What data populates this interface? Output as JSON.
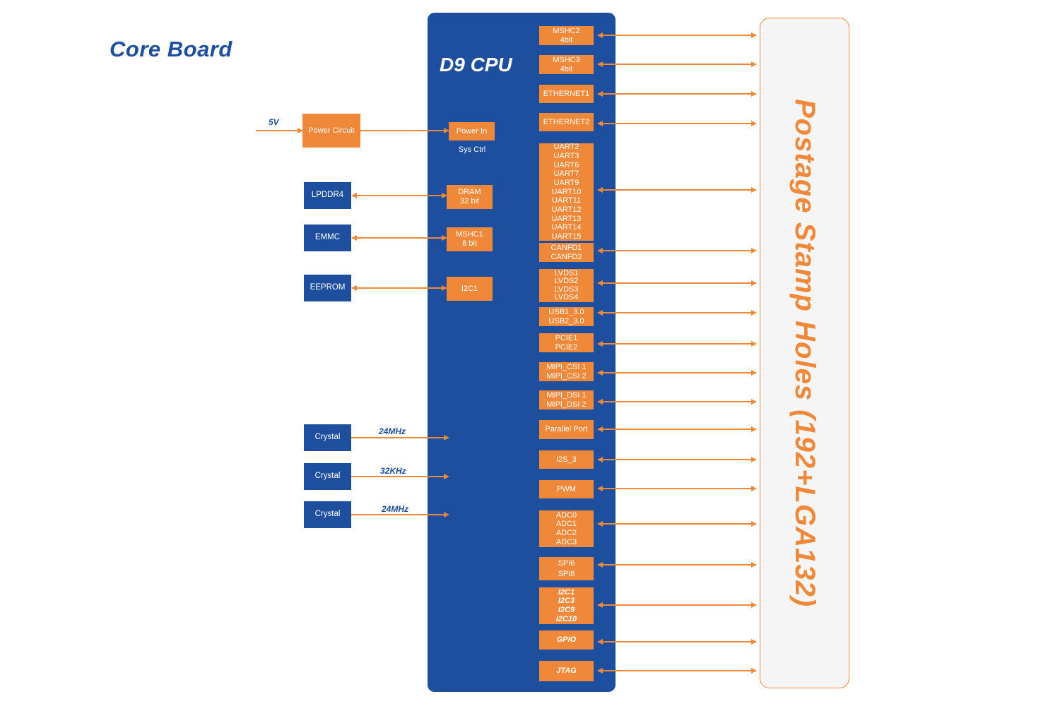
{
  "title": "Core Board",
  "colors": {
    "blue": "#1D4F9E",
    "orange": "#F0883A",
    "panel_bg": "#F5F5F5"
  },
  "left": {
    "v5_label": "5V",
    "power_circuit": "Power Circuit",
    "lpddr4": "LPDDR4",
    "emmc": "EMMC",
    "eeprom": "EEPROM",
    "crystal_1": "Crystal",
    "crystal_2": "Crystal",
    "crystal_3": "Crystal",
    "freq_1": "24MHz",
    "freq_2": "32KHz",
    "freq_3": "24MHz"
  },
  "cpu": {
    "title": "D9 CPU",
    "power_in": "Power In",
    "sys_ctrl": "Sys Ctrl",
    "dram": [
      "DRAM",
      "32 bit"
    ],
    "mshc1": [
      "MSHC1",
      "8 bit"
    ],
    "i2c1": "I2C1"
  },
  "ports": [
    {
      "name": "mshc2",
      "lines": [
        "MSHC2",
        "4bit"
      ]
    },
    {
      "name": "mshc3",
      "lines": [
        "MSHC3",
        "4bit"
      ]
    },
    {
      "name": "ethernet1",
      "lines": [
        "ETHERNET1"
      ]
    },
    {
      "name": "ethernet2",
      "lines": [
        "ETHERNET2"
      ]
    },
    {
      "name": "uart",
      "lines": [
        "UART2",
        "UART3",
        "UART6",
        "UART7",
        "UART9",
        "UART10",
        "UART11",
        "UART12",
        "UART13",
        "UART14",
        "UART15"
      ]
    },
    {
      "name": "canfd",
      "lines": [
        "CANFD1",
        "CANFD2"
      ]
    },
    {
      "name": "lvds",
      "lines": [
        "LVDS1",
        "LVDS2",
        "LVDS3",
        "LVDS4"
      ]
    },
    {
      "name": "usb",
      "lines": [
        "USB1_3.0",
        "USB2_3.0"
      ]
    },
    {
      "name": "pcie",
      "lines": [
        "PCIE1",
        "PCIE2"
      ]
    },
    {
      "name": "mipi_csi",
      "lines": [
        "MIPI_CSI 1",
        "MIPI_CSI 2"
      ]
    },
    {
      "name": "mipi_dsi",
      "lines": [
        "MIPI_DSI 1",
        "MIPI_DSI 2"
      ]
    },
    {
      "name": "parallel_port",
      "lines": [
        "Parallel Port"
      ]
    },
    {
      "name": "i2s_3",
      "lines": [
        "I2S_3"
      ]
    },
    {
      "name": "pwm",
      "lines": [
        "PWM"
      ]
    },
    {
      "name": "adc",
      "lines": [
        "ADC0",
        "ADC1",
        "ADC2",
        "ADC3"
      ]
    },
    {
      "name": "spi",
      "lines": [
        "SPI6",
        "SPI8"
      ]
    },
    {
      "name": "i2c_group",
      "lines": [
        "I2C1",
        "I2C3",
        "I2C9",
        "I2C10"
      ]
    },
    {
      "name": "gpio",
      "lines": [
        "GPIO"
      ]
    },
    {
      "name": "jtag",
      "lines": [
        "JTAG"
      ]
    }
  ],
  "right_panel": {
    "label": "Postage Stamp Holes (192+LGA132)"
  }
}
